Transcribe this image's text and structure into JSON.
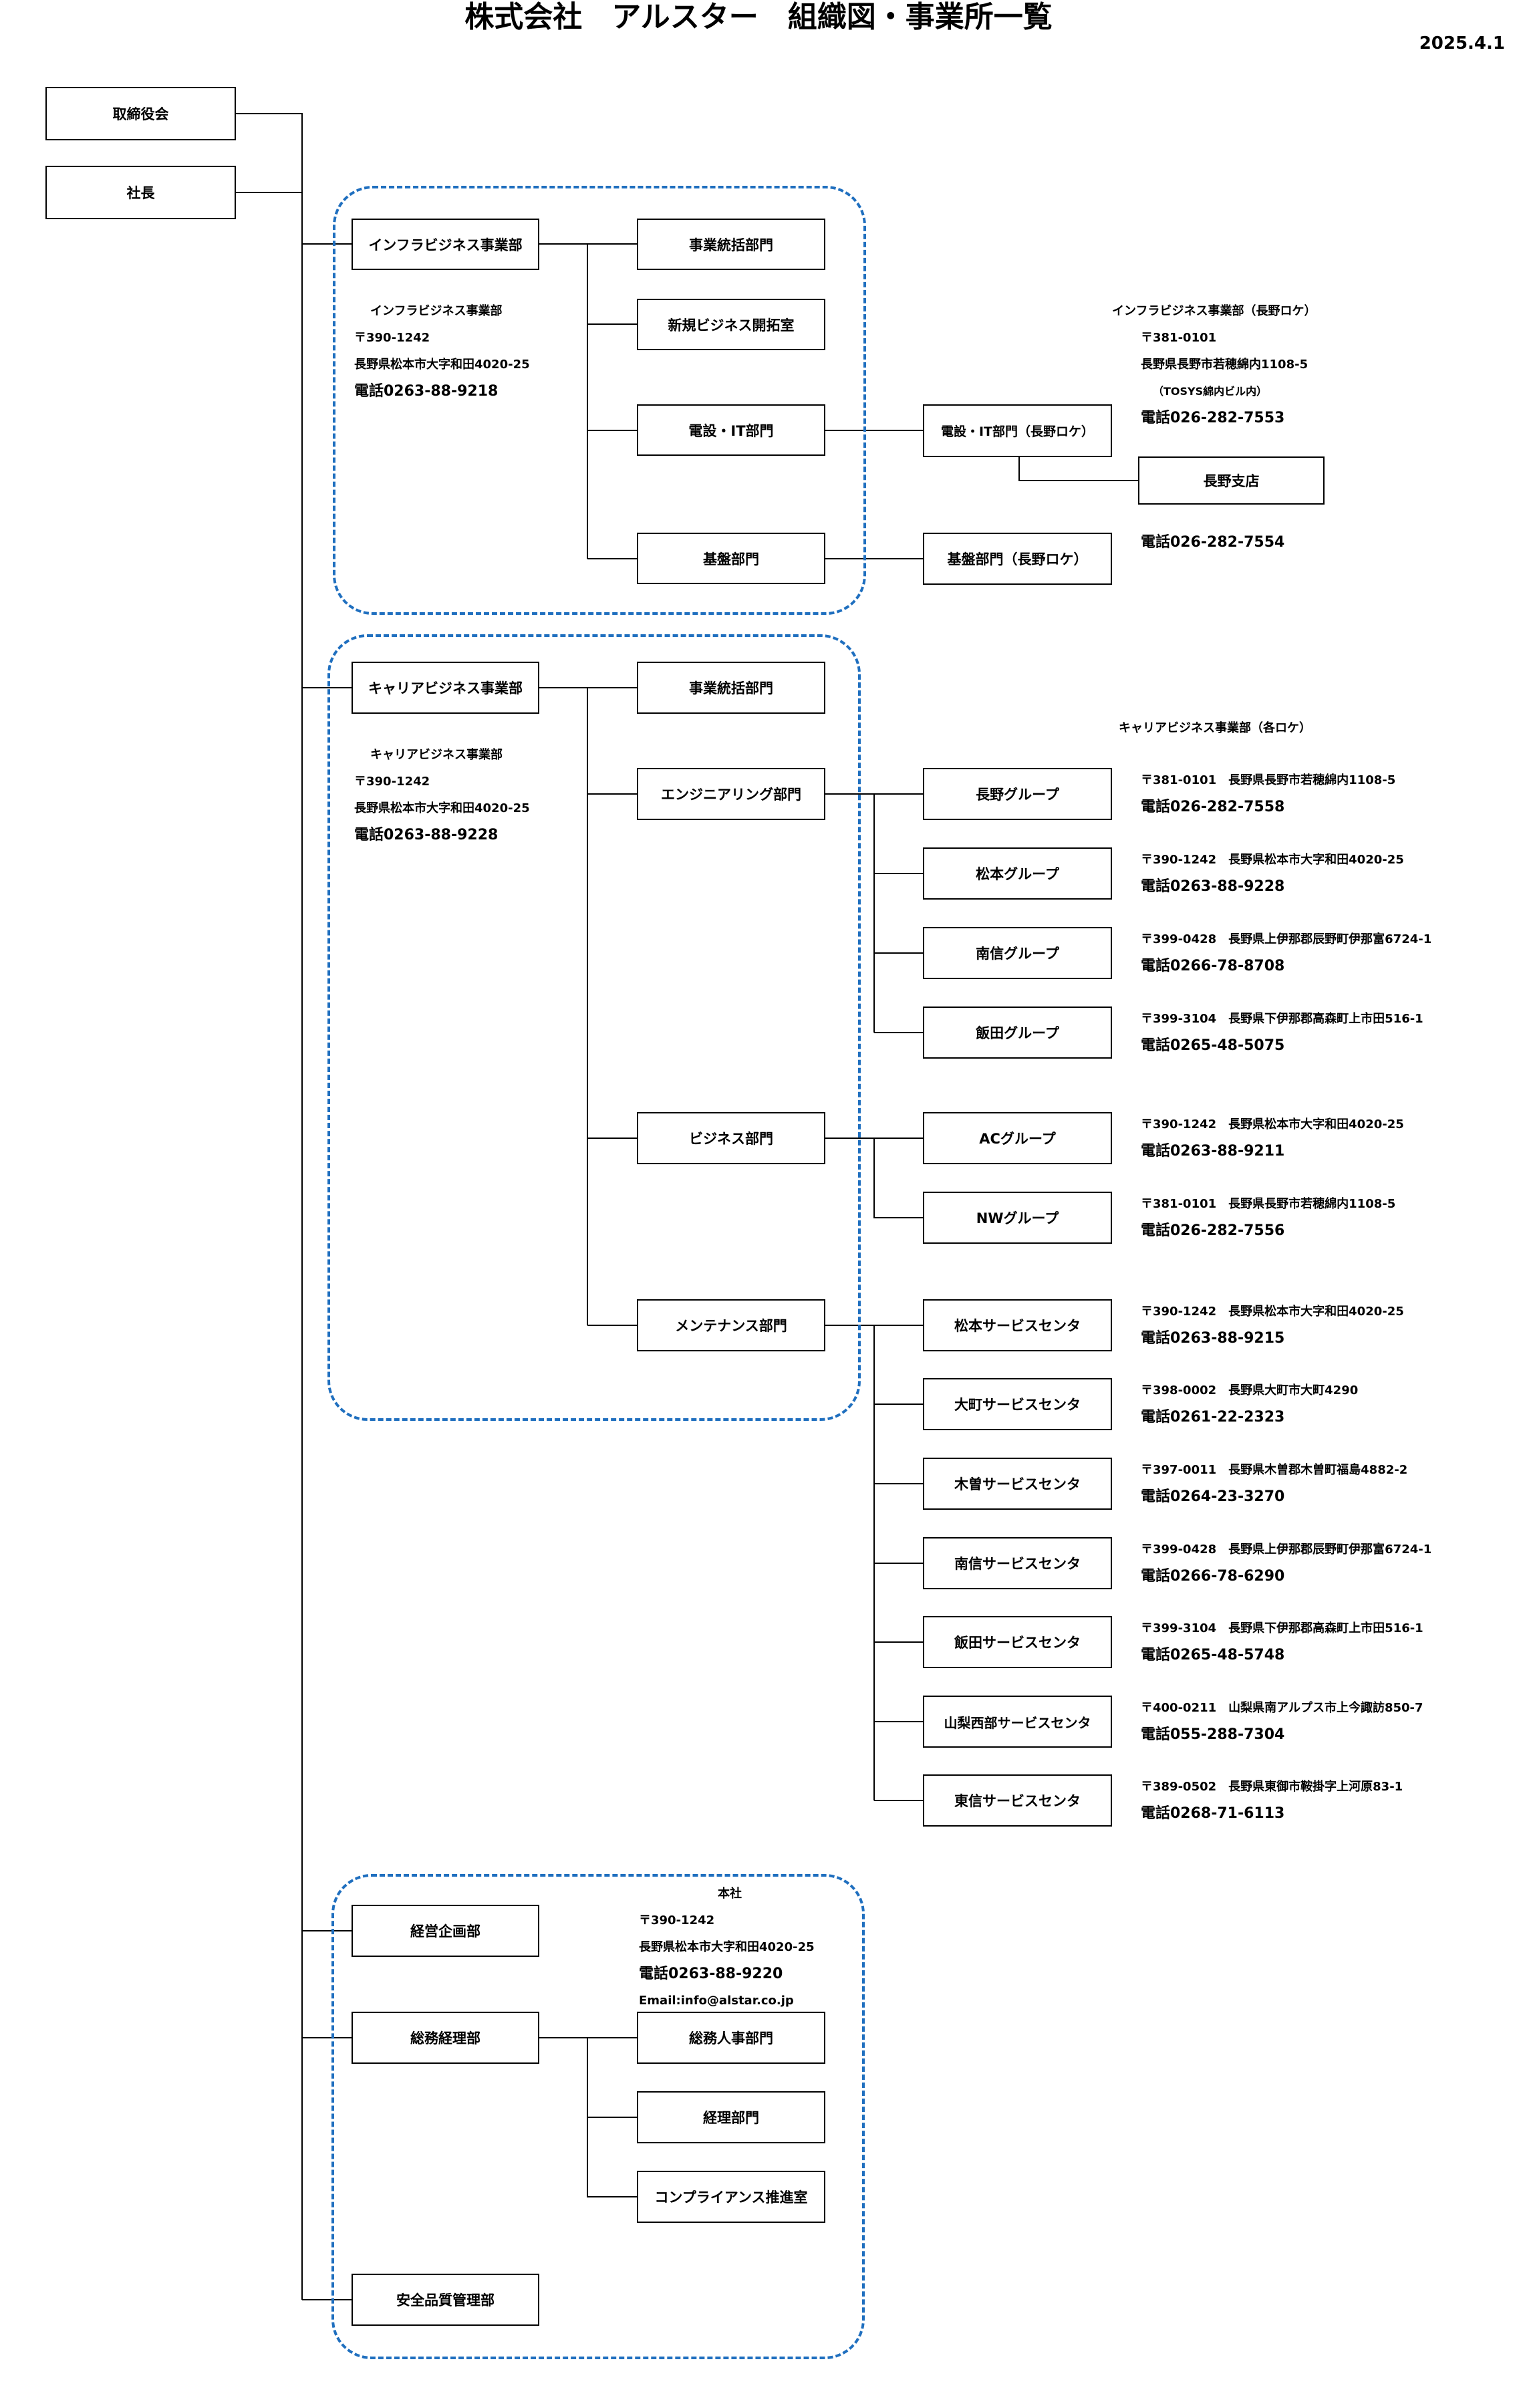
{
  "page": {
    "title": "株式会社　アルスター　組織図・事業所一覧",
    "date": "2025.4.1"
  },
  "top": {
    "board": "取締役会",
    "president": "社長"
  },
  "infra": {
    "division": "インフラビジネス事業部",
    "info": {
      "name": "インフラビジネス事業部",
      "zip": "〒390-1242",
      "address": "長野県松本市大字和田4020-25",
      "tel": "電話0263-88-9218"
    },
    "dept_general": "事業統括部門",
    "dept_new": "新規ビジネス開拓室",
    "dept_denken": "電設・IT部門",
    "dept_kiban": "基盤部門",
    "denken_nagano": "電設・IT部門（長野ロケ）",
    "kiban_nagano": "基盤部門（長野ロケ）",
    "nagano_branch": "長野支店",
    "nagano_info": {
      "name": "インフラビジネス事業部（長野ロケ）",
      "zip": "〒381-0101",
      "address": "長野県長野市若穂綿内1108-5",
      "building": "（TOSYS綿内ビル内）",
      "tel": "電話026-282-7553"
    },
    "kiban_tel": "電話026-282-7554"
  },
  "carrier": {
    "division": "キャリアビジネス事業部",
    "info": {
      "name": "キャリアビジネス事業部",
      "zip": "〒390-1242",
      "address": "長野県松本市大字和田4020-25",
      "tel": "電話0263-88-9228"
    },
    "dept_general": "事業統括部門",
    "dept_eng": "エンジニアリング部門",
    "dept_biz": "ビジネス部門",
    "dept_maint": "メンテナンス部門",
    "locations_header": "キャリアビジネス事業部（各ロケ）",
    "eng_groups": [
      {
        "name": "長野グループ",
        "address": "〒381-0101　長野県長野市若穂綿内1108-5",
        "tel": "電話026-282-7558"
      },
      {
        "name": "松本グループ",
        "address": "〒390-1242　長野県松本市大字和田4020-25",
        "tel": "電話0263-88-9228"
      },
      {
        "name": "南信グループ",
        "address": "〒399-0428　長野県上伊那郡辰野町伊那富6724-1",
        "tel": "電話0266-78-8708"
      },
      {
        "name": "飯田グループ",
        "address": "〒399-3104　長野県下伊那郡高森町上市田516-1",
        "tel": "電話0265-48-5075"
      }
    ],
    "biz_groups": [
      {
        "name": "ACグループ",
        "address": "〒390-1242　長野県松本市大字和田4020-25",
        "tel": "電話0263-88-9211"
      },
      {
        "name": "NWグループ",
        "address": "〒381-0101　長野県長野市若穂綿内1108-5",
        "tel": "電話026-282-7556"
      }
    ],
    "service_centers": [
      {
        "name": "松本サービスセンタ",
        "address": "〒390-1242　長野県松本市大字和田4020-25",
        "tel": "電話0263-88-9215"
      },
      {
        "name": "大町サービスセンタ",
        "address": "〒398-0002　長野県大町市大町4290",
        "tel": "電話0261-22-2323"
      },
      {
        "name": "木曽サービスセンタ",
        "address": "〒397-0011　長野県木曽郡木曽町福島4882-2",
        "tel": "電話0264-23-3270"
      },
      {
        "name": "南信サービスセンタ",
        "address": "〒399-0428　長野県上伊那郡辰野町伊那富6724-1",
        "tel": "電話0266-78-6290"
      },
      {
        "name": "飯田サービスセンタ",
        "address": "〒399-3104　長野県下伊那郡高森町上市田516-1",
        "tel": "電話0265-48-5748"
      },
      {
        "name": "山梨西部サービスセンタ",
        "address": "〒400-0211　山梨県南アルプス市上今諏訪850-7",
        "tel": "電話055-288-7304"
      },
      {
        "name": "東信サービスセンタ",
        "address": "〒389-0502　長野県東御市鞍掛字上河原83-1",
        "tel": "電話0268-71-6113"
      }
    ]
  },
  "hq": {
    "planning": "経営企画部",
    "admin": "総務経理部",
    "quality": "安全品質管理部",
    "dept_hr": "総務人事部門",
    "dept_acc": "経理部門",
    "dept_comp": "コンプライアンス推進室",
    "info": {
      "name": "本社",
      "zip": "〒390-1242",
      "address": "長野県松本市大字和田4020-25",
      "tel": "電話0263-88-9220",
      "email": "Email:info@alstar.co.jp"
    }
  },
  "colors": {
    "group_border": "#1f6fbf",
    "line": "#000000"
  }
}
